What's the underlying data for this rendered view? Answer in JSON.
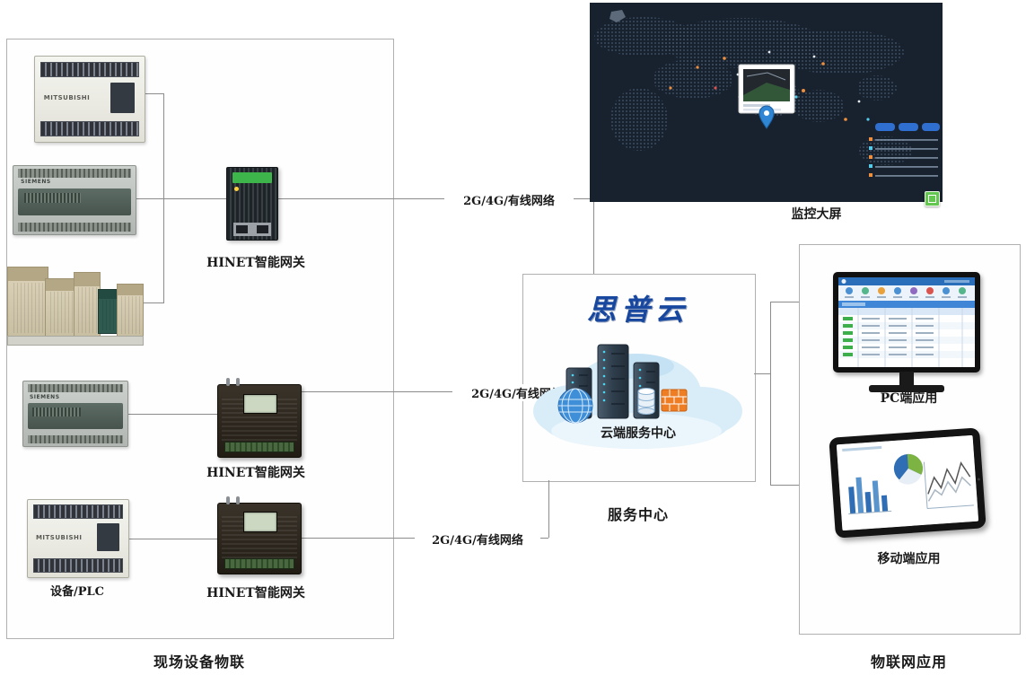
{
  "sections": {
    "left": {
      "label": "现场设备物联"
    },
    "center": {
      "label": "服务中心"
    },
    "right": {
      "label": "物联网应用"
    },
    "map": {
      "label": "监控大屏"
    }
  },
  "devices": {
    "plc_group_label": "设备/PLC",
    "mitsubishi_brand": "MITSUBISHI",
    "siemens_brand": "SIEMENS",
    "gateway1_label": "HINET智能网关",
    "gateway2_label": "HINET智能网关",
    "gateway3_label": "HINET智能网关"
  },
  "network": {
    "link1_label": "2G/4G/有线网络",
    "link2_label": "2G/4G/有线网络",
    "link3_label": "2G/4G/有线网络"
  },
  "cloud": {
    "brand": "思普云",
    "label": "云端服务中心"
  },
  "apps": {
    "pc_label": "PC端应用",
    "mobile_label": "移动端应用"
  },
  "colors": {
    "brand_blue": "#17479e",
    "cloud_fill": "#d9edf9",
    "status_green": "#3cae4a",
    "accent_orange": "#ef7d23",
    "gateway_green": "#3db54a",
    "map_bg": "#18222f",
    "line_gray": "#8c8c8c"
  }
}
